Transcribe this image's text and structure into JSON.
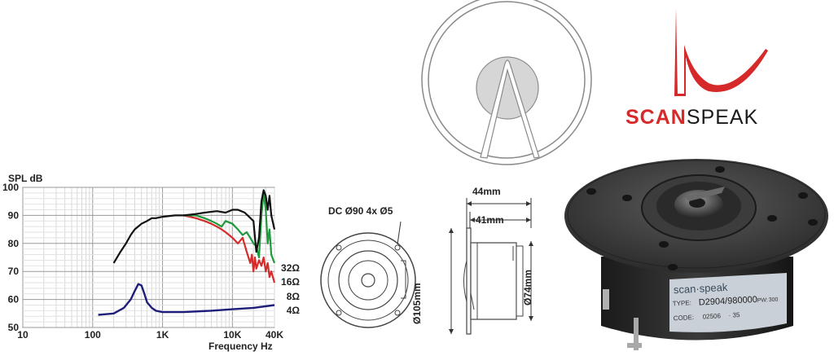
{
  "brand": {
    "name_part1": "SCAN",
    "name_part2": "SPEAK",
    "color_red": "#d62a2a",
    "color_dark": "#1a1a1a"
  },
  "chart_data": {
    "type": "line",
    "ylabel": "SPL dB",
    "xlabel": "Frequency Hz",
    "x_scale": "log",
    "xlim": [
      10,
      40000
    ],
    "ylim": [
      50,
      100
    ],
    "grid": true,
    "x_ticks": [
      {
        "value": 10,
        "label": "10"
      },
      {
        "value": 100,
        "label": "100"
      },
      {
        "value": 1000,
        "label": "1K"
      },
      {
        "value": 10000,
        "label": "10K"
      },
      {
        "value": 40000,
        "label": "40K"
      }
    ],
    "y_ticks": [
      100,
      90,
      80,
      70,
      60,
      50
    ],
    "series": [
      {
        "name": "32Ω",
        "color": "#111111",
        "points": [
          [
            200,
            73
          ],
          [
            250,
            77
          ],
          [
            300,
            80
          ],
          [
            350,
            83
          ],
          [
            400,
            85
          ],
          [
            500,
            87
          ],
          [
            600,
            88
          ],
          [
            700,
            89
          ],
          [
            800,
            89
          ],
          [
            1000,
            89.5
          ],
          [
            1500,
            90
          ],
          [
            2000,
            90
          ],
          [
            3000,
            90.5
          ],
          [
            4000,
            91
          ],
          [
            6000,
            91.5
          ],
          [
            8000,
            91
          ],
          [
            10000,
            92
          ],
          [
            12000,
            92
          ],
          [
            15000,
            91
          ],
          [
            20000,
            88
          ],
          [
            22000,
            77
          ],
          [
            24000,
            82
          ],
          [
            26000,
            95
          ],
          [
            28000,
            99
          ],
          [
            30000,
            97
          ],
          [
            32000,
            92
          ],
          [
            34000,
            97
          ],
          [
            36000,
            90
          ],
          [
            40000,
            85
          ]
        ]
      },
      {
        "name": "16Ω",
        "color": "#1e9a3c",
        "points": [
          [
            2000,
            90
          ],
          [
            3000,
            90
          ],
          [
            4000,
            89
          ],
          [
            5000,
            88
          ],
          [
            6000,
            87
          ],
          [
            7000,
            86
          ],
          [
            8000,
            88
          ],
          [
            10000,
            87
          ],
          [
            12000,
            85
          ],
          [
            14000,
            83
          ],
          [
            16000,
            84
          ],
          [
            18000,
            82
          ],
          [
            20000,
            80
          ],
          [
            22000,
            79
          ],
          [
            24000,
            75
          ],
          [
            26000,
            90
          ],
          [
            28000,
            98
          ],
          [
            30000,
            92
          ],
          [
            32000,
            80
          ],
          [
            34000,
            85
          ],
          [
            36000,
            76
          ],
          [
            40000,
            73
          ]
        ]
      },
      {
        "name": "8Ω",
        "color": "#d42b2b",
        "points": [
          [
            2000,
            90
          ],
          [
            3000,
            89
          ],
          [
            4000,
            88
          ],
          [
            5000,
            87
          ],
          [
            6000,
            86
          ],
          [
            7000,
            85
          ],
          [
            8000,
            84
          ],
          [
            10000,
            82
          ],
          [
            12000,
            80
          ],
          [
            14000,
            82
          ],
          [
            16000,
            77
          ],
          [
            18000,
            73
          ],
          [
            19000,
            76
          ],
          [
            20000,
            70
          ],
          [
            21000,
            75
          ],
          [
            22000,
            71
          ],
          [
            24000,
            74
          ],
          [
            26000,
            72
          ],
          [
            28000,
            75
          ],
          [
            30000,
            70
          ],
          [
            32000,
            73
          ],
          [
            34000,
            68
          ],
          [
            36000,
            70
          ],
          [
            40000,
            66
          ]
        ]
      },
      {
        "name": "4Ω",
        "color": "#1e1e7a",
        "points": [
          [
            120,
            54.5
          ],
          [
            200,
            55
          ],
          [
            280,
            57
          ],
          [
            350,
            60
          ],
          [
            400,
            63
          ],
          [
            450,
            65.5
          ],
          [
            500,
            65
          ],
          [
            550,
            62
          ],
          [
            600,
            59
          ],
          [
            700,
            57
          ],
          [
            800,
            56
          ],
          [
            1000,
            55.5
          ],
          [
            2000,
            55.5
          ],
          [
            5000,
            56
          ],
          [
            10000,
            56.5
          ],
          [
            20000,
            57
          ],
          [
            40000,
            58
          ]
        ]
      }
    ]
  },
  "drawing": {
    "dc_label": "DC Ø90 4x Ø5",
    "dim_44": "44mm",
    "dim_41": "41mm",
    "dim_105": "Ø105mm",
    "dim_74": "Ø74mm"
  },
  "product": {
    "label_brand": "scan·speak",
    "label_type": "TYPE:",
    "label_model": "D2904/980000",
    "label_pw": "PW:",
    "label_pw_value": "300",
    "label_code": "CODE:",
    "label_code_value": "02506",
    "label_code_suffix": "· 35"
  }
}
